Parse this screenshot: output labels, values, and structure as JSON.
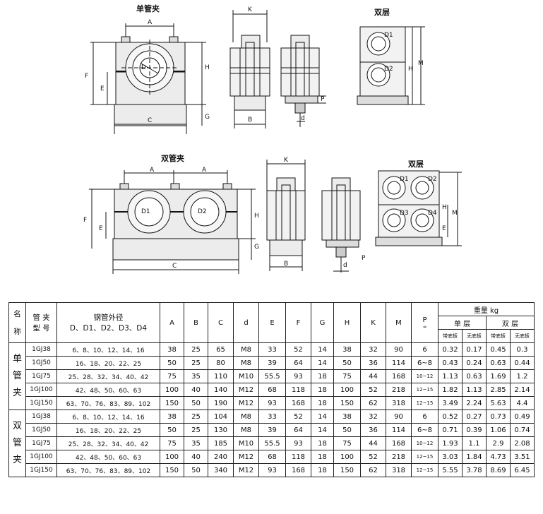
{
  "drawing_labels": {
    "single_clamp_title": "单管夹",
    "double_clamp_title": "双管夹",
    "double_layer_1": "双层",
    "double_layer_2": "双层",
    "dims": {
      "A": "A",
      "B": "B",
      "C": "C",
      "D": "D",
      "D1": "D1",
      "D2": "D2",
      "D3": "D3",
      "D4": "D4",
      "E": "E",
      "F": "F",
      "G": "G",
      "H": "H",
      "K": "K",
      "M": "M",
      "P": "P",
      "d": "d"
    }
  },
  "table": {
    "headers": {
      "name": "名称",
      "name_top": "名",
      "name_bottom": "称",
      "model_line1": "管 夹",
      "model_line2": "型 号",
      "pipe_line1": "钢管外径",
      "pipe_line2": "D、D1、D2、D3、D4",
      "A": "A",
      "B": "B",
      "C": "C",
      "d": "d",
      "E": "E",
      "F": "F",
      "G": "G",
      "H": "H",
      "K": "K",
      "M": "M",
      "P": "P",
      "P_sub": "≈",
      "weight": "重量  kg",
      "single_layer": "单  层",
      "double_layer": "双  层",
      "with_base": "带底板",
      "no_base": "无底板"
    },
    "groups": [
      {
        "name_chars": [
          "单",
          "管",
          "夹"
        ],
        "rows": [
          {
            "model": "1GJ38",
            "pipe": "6、8、10、12、14、16",
            "A": "38",
            "B": "25",
            "C": "65",
            "d": "M8",
            "E": "33",
            "F": "52",
            "G": "14",
            "H": "38",
            "K": "32",
            "M": "90",
            "P": "6",
            "w1": "0.32",
            "w2": "0.17",
            "w3": "0.45",
            "w4": "0.3"
          },
          {
            "model": "1GJ50",
            "pipe": "16、18、20、22、25",
            "A": "50",
            "B": "25",
            "C": "80",
            "d": "M8",
            "E": "39",
            "F": "64",
            "G": "14",
            "H": "50",
            "K": "36",
            "M": "114",
            "P": "6~8",
            "w1": "0.43",
            "w2": "0.24",
            "w3": "0.63",
            "w4": "0.44"
          },
          {
            "model": "1GJ75",
            "pipe": "25、28、32、34、40、42",
            "A": "75",
            "B": "35",
            "C": "110",
            "d": "M10",
            "E": "55.5",
            "F": "93",
            "G": "18",
            "H": "75",
            "K": "44",
            "M": "168",
            "P": "10~12",
            "w1": "1.13",
            "w2": "0.63",
            "w3": "1.69",
            "w4": "1.2"
          },
          {
            "model": "1GJ100",
            "pipe": "42、48、50、60、63",
            "A": "100",
            "B": "40",
            "C": "140",
            "d": "M12",
            "E": "68",
            "F": "118",
            "G": "18",
            "H": "100",
            "K": "52",
            "M": "218",
            "P": "12~15",
            "w1": "1.82",
            "w2": "1.13",
            "w3": "2.85",
            "w4": "2.14"
          },
          {
            "model": "1GJ150",
            "pipe": "63、70、76、83、89、102",
            "A": "150",
            "B": "50",
            "C": "190",
            "d": "M12",
            "E": "93",
            "F": "168",
            "G": "18",
            "H": "150",
            "K": "62",
            "M": "318",
            "P": "12~15",
            "w1": "3.49",
            "w2": "2.24",
            "w3": "5.63",
            "w4": "4.4"
          }
        ]
      },
      {
        "name_chars": [
          "双",
          "管",
          "夹"
        ],
        "rows": [
          {
            "model": "1GJ38",
            "pipe": "6、8、10、12、14、16",
            "A": "38",
            "B": "25",
            "C": "104",
            "d": "M8",
            "E": "33",
            "F": "52",
            "G": "14",
            "H": "38",
            "K": "32",
            "M": "90",
            "P": "6",
            "w1": "0.52",
            "w2": "0.27",
            "w3": "0.73",
            "w4": "0.49"
          },
          {
            "model": "1GJ50",
            "pipe": "16、18、20、22、25",
            "A": "50",
            "B": "25",
            "C": "130",
            "d": "M8",
            "E": "39",
            "F": "64",
            "G": "14",
            "H": "50",
            "K": "36",
            "M": "114",
            "P": "6~8",
            "w1": "0.71",
            "w2": "0.39",
            "w3": "1.06",
            "w4": "0.74"
          },
          {
            "model": "1GJ75",
            "pipe": "25、28、32、34、40、42",
            "A": "75",
            "B": "35",
            "C": "185",
            "d": "M10",
            "E": "55.5",
            "F": "93",
            "G": "18",
            "H": "75",
            "K": "44",
            "M": "168",
            "P": "10~12",
            "w1": "1.93",
            "w2": "1.1",
            "w3": "2.9",
            "w4": "2.08"
          },
          {
            "model": "1GJ100",
            "pipe": "42、48、50、60、63",
            "A": "100",
            "B": "40",
            "C": "240",
            "d": "M12",
            "E": "68",
            "F": "118",
            "G": "18",
            "H": "100",
            "K": "52",
            "M": "218",
            "P": "12~15",
            "w1": "3.03",
            "w2": "1.84",
            "w3": "4.73",
            "w4": "3.51"
          },
          {
            "model": "1GJ150",
            "pipe": "63、70、76、83、89、102",
            "A": "150",
            "B": "50",
            "C": "340",
            "d": "M12",
            "E": "93",
            "F": "168",
            "G": "18",
            "H": "150",
            "K": "62",
            "M": "318",
            "P": "12~15",
            "w1": "5.55",
            "w2": "3.78",
            "w3": "8.69",
            "w4": "6.45"
          }
        ]
      }
    ]
  }
}
